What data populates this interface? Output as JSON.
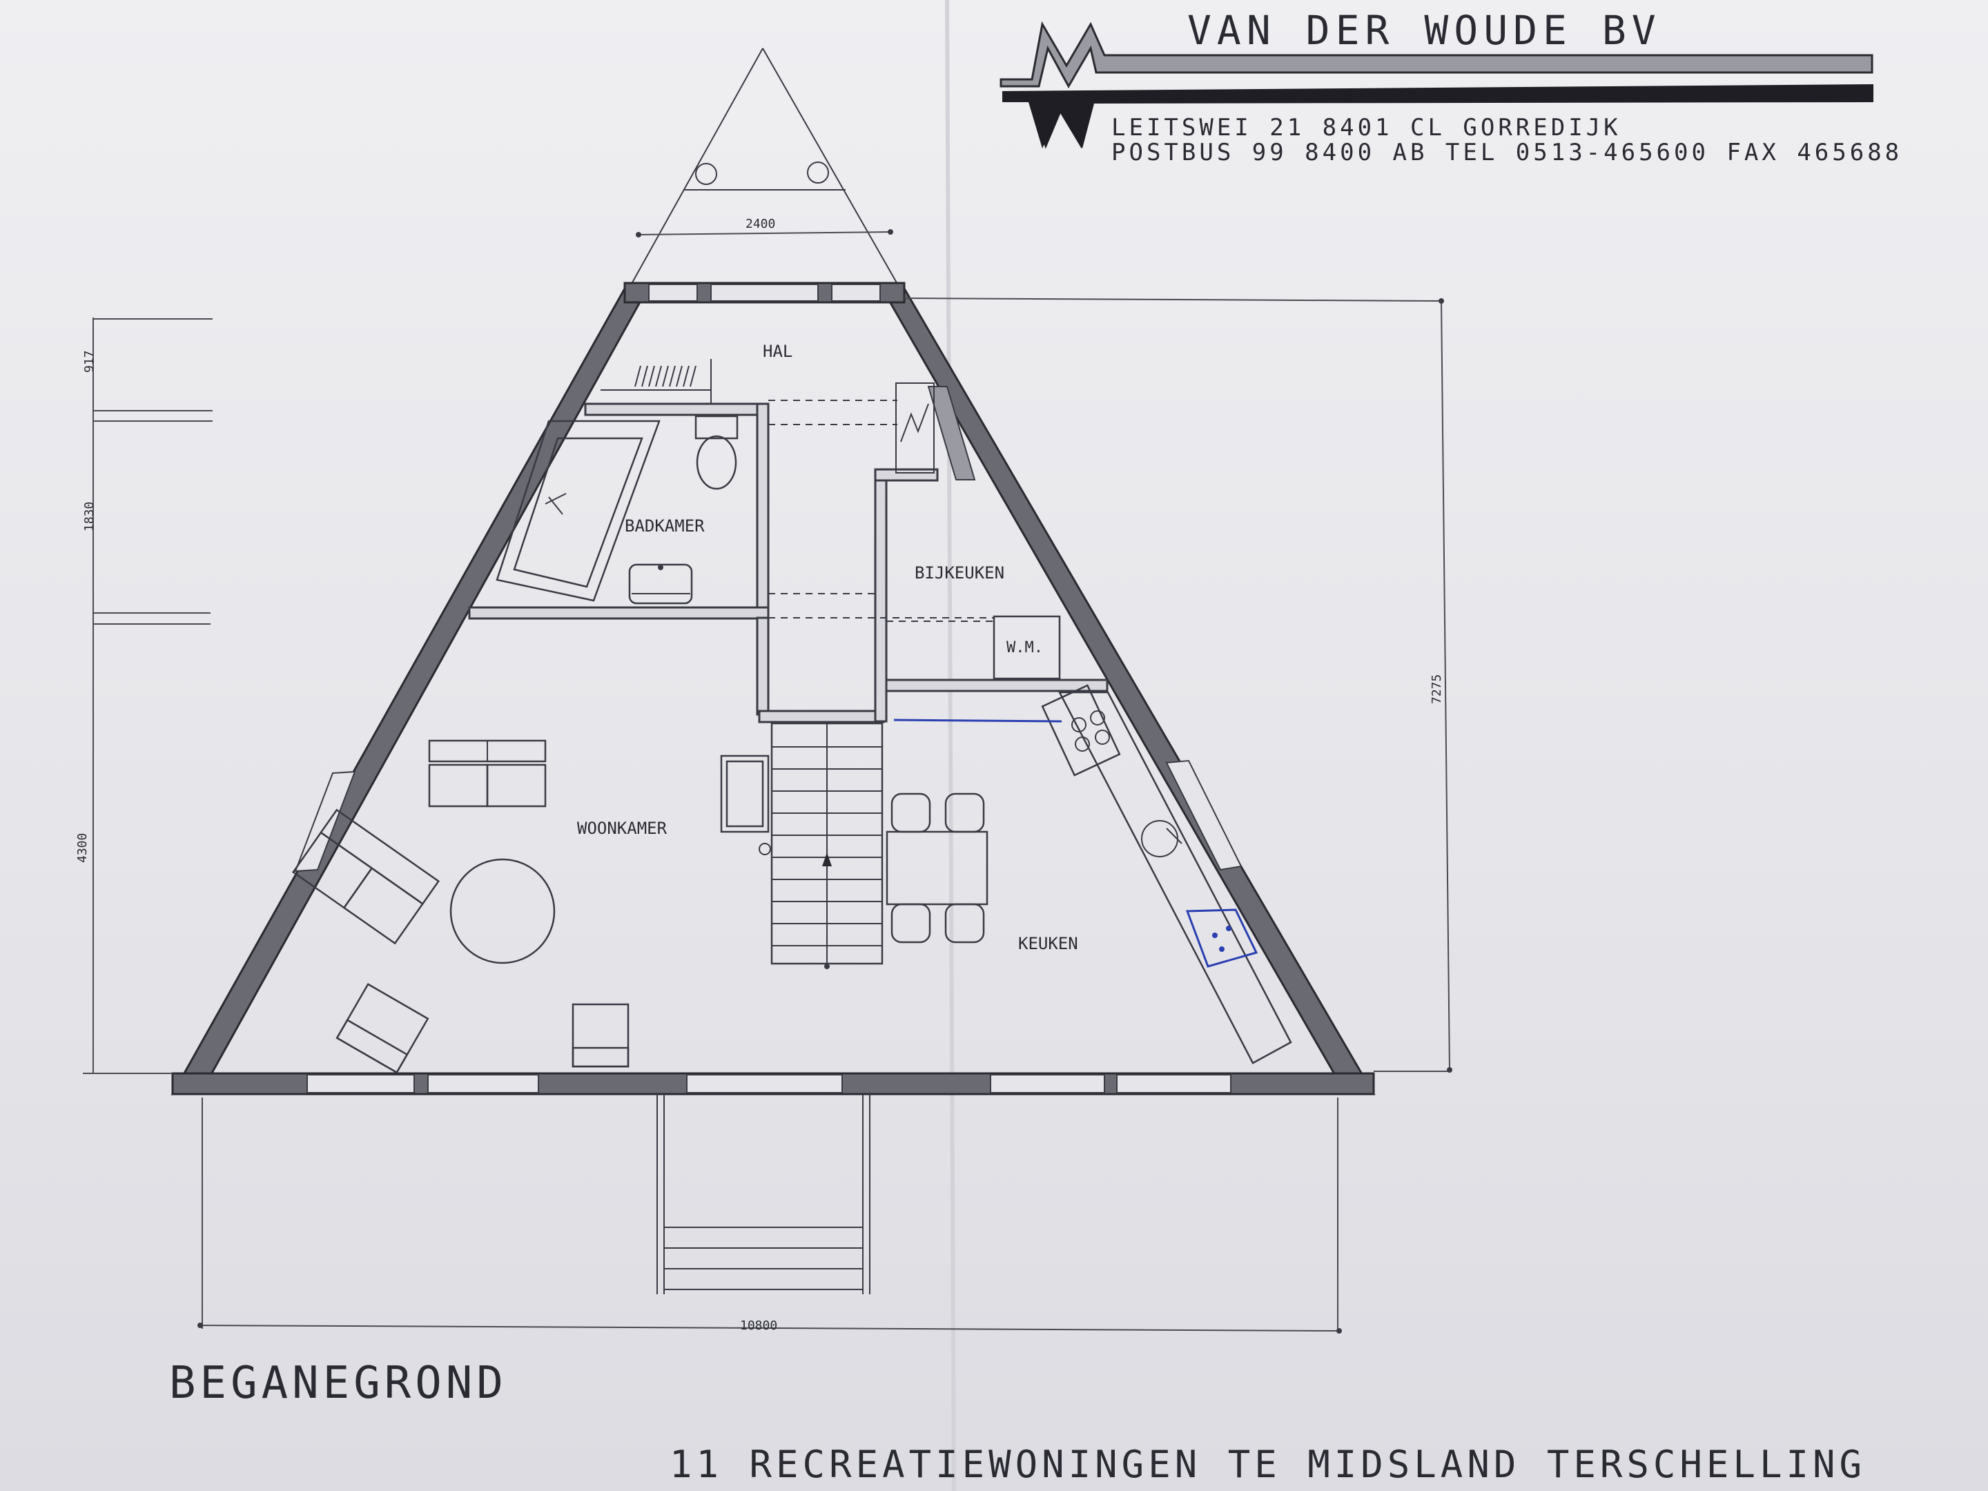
{
  "company": {
    "name": "VAN DER WOUDE BV",
    "address_line_1": "LEITSWEI 21 8401 CL GORREDIJK",
    "address_line_2": "POSTBUS 99 8400 AB TEL 0513-465600 FAX 465688",
    "logo_letters": "MW"
  },
  "drawing": {
    "floor_title": "BEGANEGROND",
    "project_title": "11 RECREATIEWONINGEN TE MIDSLAND TERSCHELLING"
  },
  "rooms": {
    "hal": "HAL",
    "badkamer": "BADKAMER",
    "bijkeuken": "BIJKEUKEN",
    "wm": "W.M.",
    "woonkamer": "WOONKAMER",
    "keuken": "KEUKEN"
  },
  "dimensions": {
    "top_width": "2400",
    "right_height": "7275",
    "bottom_width": "10800",
    "left_1": "917",
    "left_2": "1830",
    "left_3": "4300"
  },
  "colors": {
    "paper": "#e9e9ec",
    "ink": "#2a2a32",
    "wall_fill": "#6a6a72",
    "pen_blue": "#2a3fb0"
  }
}
